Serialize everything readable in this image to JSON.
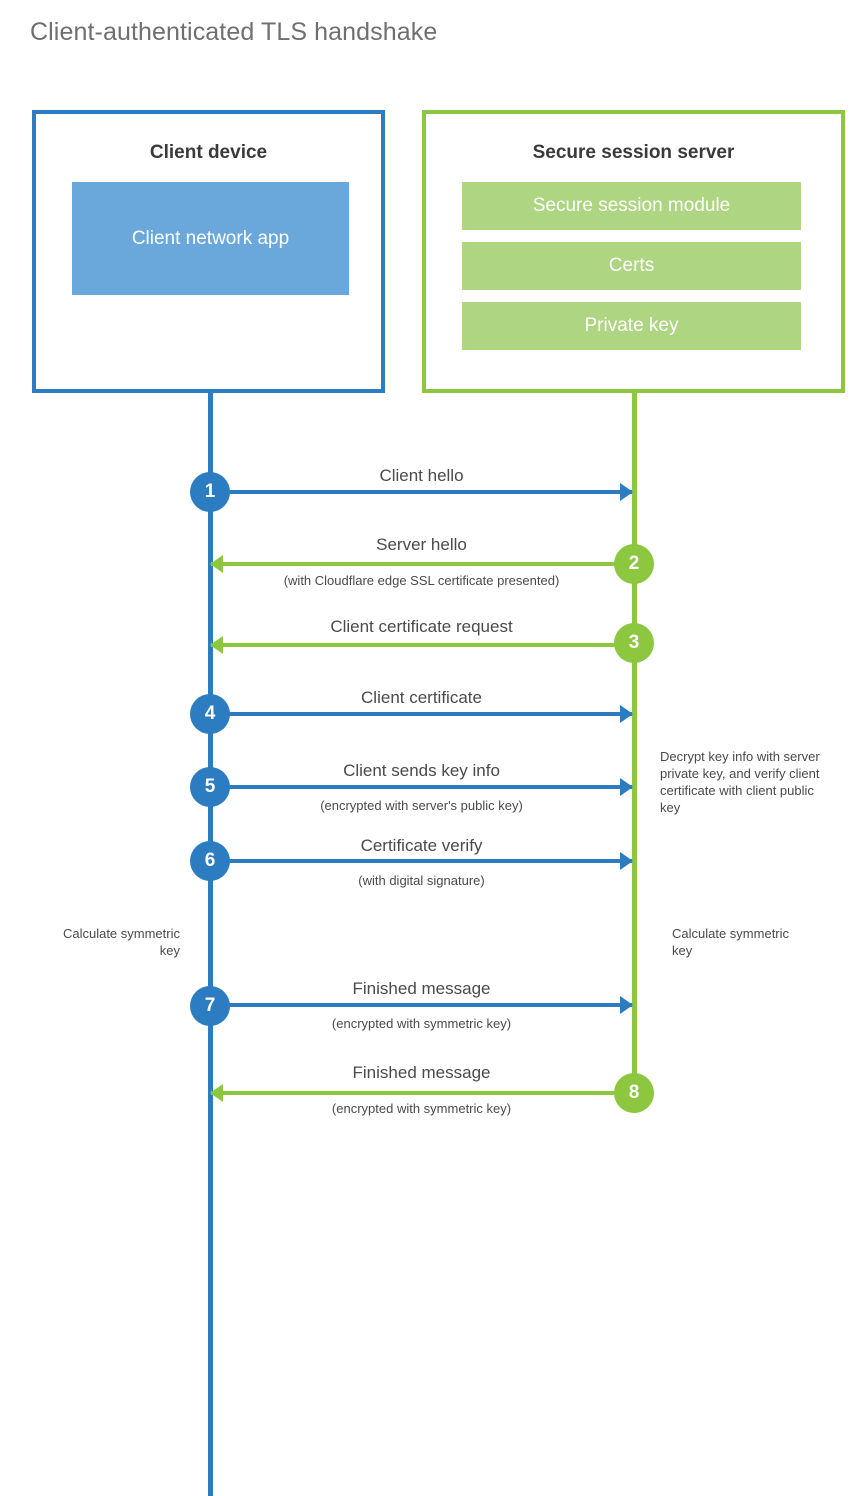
{
  "title": "Client-authenticated TLS handshake",
  "colors": {
    "client_blue": "#2b7cc0",
    "client_app_fill": "#6aa7db",
    "server_green": "#8dc63f",
    "server_bar_fill": "#aed581",
    "text": "#4a4a4a",
    "title_text": "#6f6f6f"
  },
  "parties": {
    "client": {
      "title": "Client device",
      "app_label": "Client network app"
    },
    "server": {
      "title": "Secure session server",
      "modules": [
        "Secure session module",
        "Certs",
        "Private key"
      ]
    }
  },
  "steps": [
    {
      "number": "1",
      "label": "Client hello",
      "sub": "",
      "direction": "client-to-server",
      "color": "blue"
    },
    {
      "number": "2",
      "label": "Server hello",
      "sub": "(with Cloudflare edge SSL certificate presented)",
      "direction": "server-to-client",
      "color": "green"
    },
    {
      "number": "3",
      "label": "Client certificate request",
      "sub": "",
      "direction": "server-to-client",
      "color": "green"
    },
    {
      "number": "4",
      "label": "Client certificate",
      "sub": "",
      "direction": "client-to-server",
      "color": "blue"
    },
    {
      "number": "5",
      "label": "Client sends key info",
      "sub": "(encrypted with server's public key)",
      "direction": "client-to-server",
      "color": "blue"
    },
    {
      "number": "6",
      "label": "Certificate verify",
      "sub": "(with digital signature)",
      "direction": "client-to-server",
      "color": "blue"
    },
    {
      "number": "7",
      "label": "Finished message",
      "sub": "(encrypted with symmetric key)",
      "direction": "client-to-server",
      "color": "blue"
    },
    {
      "number": "8",
      "label": "Finished message",
      "sub": "(encrypted with symmetric key)",
      "direction": "server-to-client",
      "color": "green"
    }
  ],
  "notes": {
    "server_decrypt": "Decrypt key info with server private key, and verify client certificate with client public key",
    "client_calculate": "Calculate symmetric key",
    "server_calculate": "Calculate symmetric key"
  }
}
